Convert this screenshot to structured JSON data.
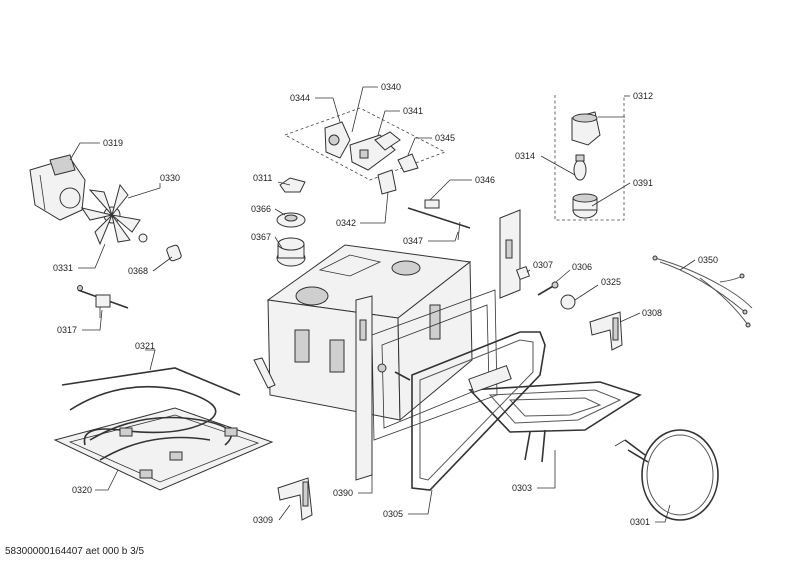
{
  "diagram": {
    "labels": [
      {
        "id": "0344",
        "text": "0344"
      },
      {
        "id": "0340",
        "text": "0340"
      },
      {
        "id": "0341",
        "text": "0341"
      },
      {
        "id": "0345",
        "text": "0345"
      },
      {
        "id": "0312",
        "text": "0312"
      },
      {
        "id": "0319",
        "text": "0319"
      },
      {
        "id": "0314",
        "text": "0314"
      },
      {
        "id": "0330",
        "text": "0330"
      },
      {
        "id": "0311",
        "text": "0311"
      },
      {
        "id": "0346",
        "text": "0346"
      },
      {
        "id": "0391",
        "text": "0391"
      },
      {
        "id": "0366",
        "text": "0366"
      },
      {
        "id": "0342",
        "text": "0342"
      },
      {
        "id": "0367",
        "text": "0367"
      },
      {
        "id": "0347",
        "text": "0347"
      },
      {
        "id": "0350",
        "text": "0350"
      },
      {
        "id": "0331",
        "text": "0331"
      },
      {
        "id": "0368",
        "text": "0368"
      },
      {
        "id": "0307",
        "text": "0307"
      },
      {
        "id": "0306",
        "text": "0306"
      },
      {
        "id": "0325",
        "text": "0325"
      },
      {
        "id": "0317",
        "text": "0317"
      },
      {
        "id": "0308",
        "text": "0308"
      },
      {
        "id": "0321",
        "text": "0321"
      },
      {
        "id": "0320",
        "text": "0320"
      },
      {
        "id": "0390",
        "text": "0390"
      },
      {
        "id": "0303",
        "text": "0303"
      },
      {
        "id": "0305",
        "text": "0305"
      },
      {
        "id": "0309",
        "text": "0309"
      },
      {
        "id": "0301",
        "text": "0301"
      }
    ],
    "footer": "58300000164407 aet 000 b 3/5"
  }
}
